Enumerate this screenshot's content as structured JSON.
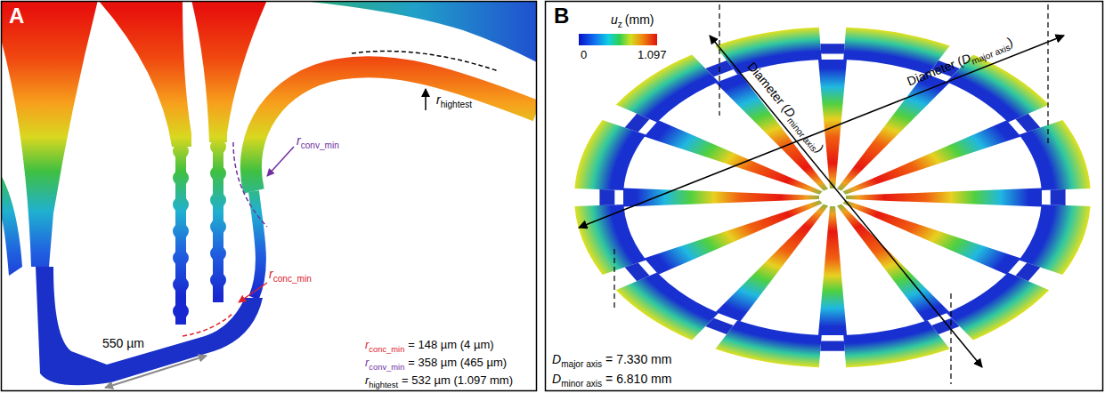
{
  "diagram": {
    "labels": [
      "A",
      "r",
      "hightest",
      "r",
      "conv_min",
      "r",
      "conc_min",
      "550 µm",
      "r",
      "conc_min",
      "= 148 µm (4 µm)",
      "r",
      "conv_min",
      "= 358 µm (465 µm)",
      "r",
      "hightest",
      "= 532 µm (1.097 mm)",
      "B",
      "u",
      "z",
      "(mm)",
      "0",
      "1.097",
      "Diameter (",
      "D",
      "minor axis",
      ")",
      "Diameter (",
      "D",
      "major axis",
      ")",
      "D",
      "major axis",
      "= 7.330 mm",
      "D",
      "minor axis",
      "= 6.810 mm"
    ]
  }
}
